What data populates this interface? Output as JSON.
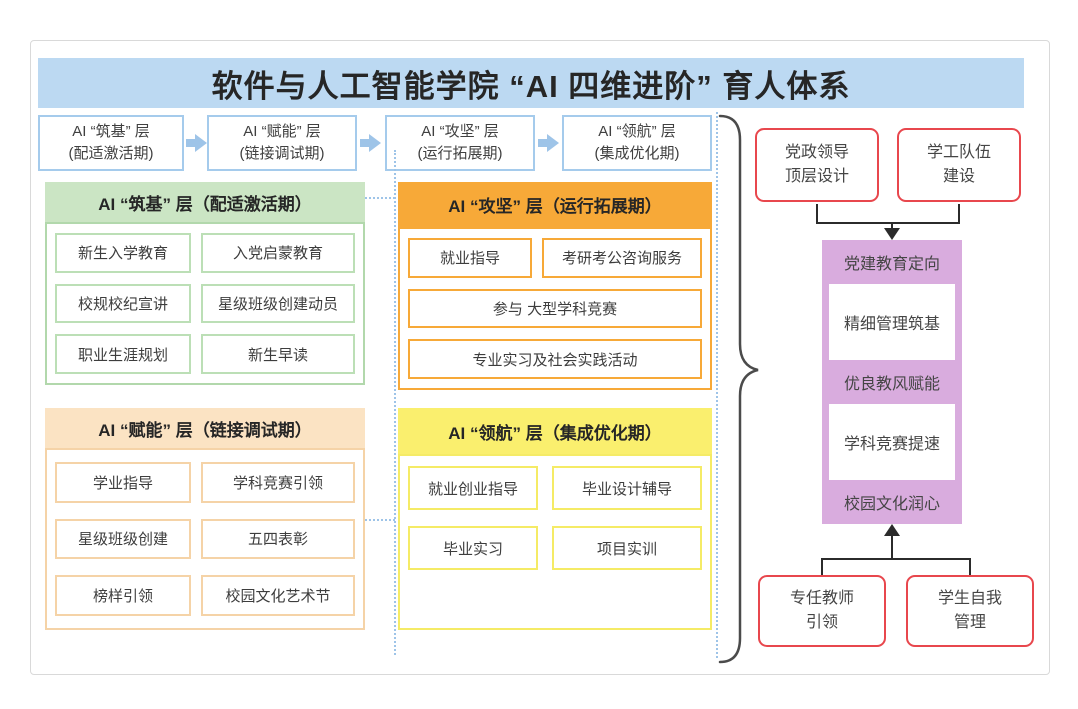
{
  "title": "软件与人工智能学院 “AI 四维进阶” 育人体系",
  "palette": {
    "title_bar_blue": "#BCD9F2",
    "stage_border_blue": "#A5CBEC",
    "green_header": "#CBE5C4",
    "orange": "#F7A938",
    "cream_header": "#FBE3C3",
    "yellow_header": "#FAEF6E",
    "purple": "#D9ACDE",
    "red_border": "#E8474D",
    "connector_black": "#2b2b2b",
    "dotted_blue": "#9EC4E8"
  },
  "stages": [
    {
      "line1": "AI “筑基” 层",
      "line2": "(配适激活期)"
    },
    {
      "line1": "AI “赋能” 层",
      "line2": "(链接调试期)"
    },
    {
      "line1": "AI “攻坚” 层",
      "line2": "(运行拓展期)"
    },
    {
      "line1": "AI “领航” 层",
      "line2": "(集成优化期)"
    }
  ],
  "sections": {
    "zhuji": {
      "header": "AI “筑基” 层（配适激活期）",
      "items": [
        "新生入学教育",
        "入党启蒙教育",
        "校规校纪宣讲",
        "星级班级创建动员",
        "职业生涯规划",
        "新生早读"
      ]
    },
    "funeng": {
      "header": "AI “赋能” 层（链接调试期）",
      "items": [
        "学业指导",
        "学科竞赛引领",
        "星级班级创建",
        "五四表彰",
        "榜样引领",
        "校园文化艺术节"
      ]
    },
    "gongjian": {
      "header": "AI “攻坚” 层（运行拓展期）",
      "row_items": [
        "就业指导",
        "考研考公咨询服务"
      ],
      "wide_items": [
        "参与 大型学科竞赛",
        "专业实习及社会实践活动"
      ]
    },
    "linghang": {
      "header": "AI “领航” 层（集成优化期）",
      "items": [
        "就业创业指导",
        "毕业设计辅导",
        "毕业实习",
        "项目实训"
      ]
    }
  },
  "right": {
    "top_boxes": [
      {
        "line1": "党政领导",
        "line2": "顶层设计"
      },
      {
        "line1": "学工队伍",
        "line2": "建设"
      }
    ],
    "ladder": [
      "党建教育定向",
      "精细管理筑基",
      "优良教风赋能",
      "学科竞赛提速",
      "校园文化润心"
    ],
    "bottom_boxes": [
      {
        "line1": "专任教师",
        "line2": "引领"
      },
      {
        "line1": "学生自我",
        "line2": "管理"
      }
    ]
  }
}
